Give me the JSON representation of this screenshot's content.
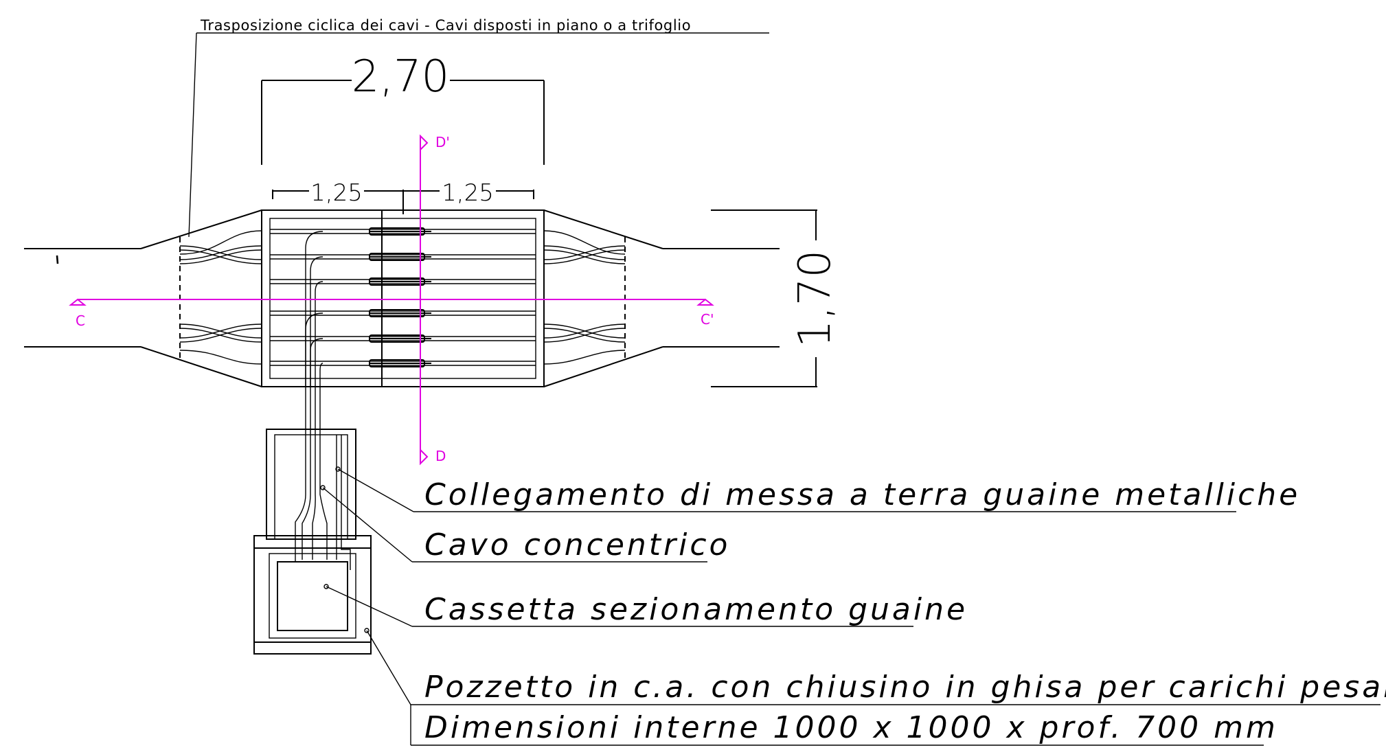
{
  "drawing": {
    "title": "Trasposizione ciclica dei cavi - Cavi disposti in piano o a trifoglio",
    "dimensions": {
      "overall_width": "2,70",
      "half_left": "1,25",
      "half_right": "1,25",
      "height": "1,70"
    },
    "sections": {
      "c_left": "C",
      "c_right": "C'",
      "d_top": "D'",
      "d_bottom": "D"
    },
    "callouts": {
      "earthing": "Collegamento di messa a terra guaine metalliche",
      "cable": "Cavo concentrico",
      "box": "Cassetta sezionamento guaine",
      "pit_line1": "Pozzetto in c.a. con chiusino in ghisa per carichi pesanti",
      "pit_line2": "Dimensioni interne 1000 x 1000 x prof. 700 mm"
    },
    "colors": {
      "line": "#000000",
      "section_marker": "#e000e0",
      "background": "#ffffff"
    }
  }
}
